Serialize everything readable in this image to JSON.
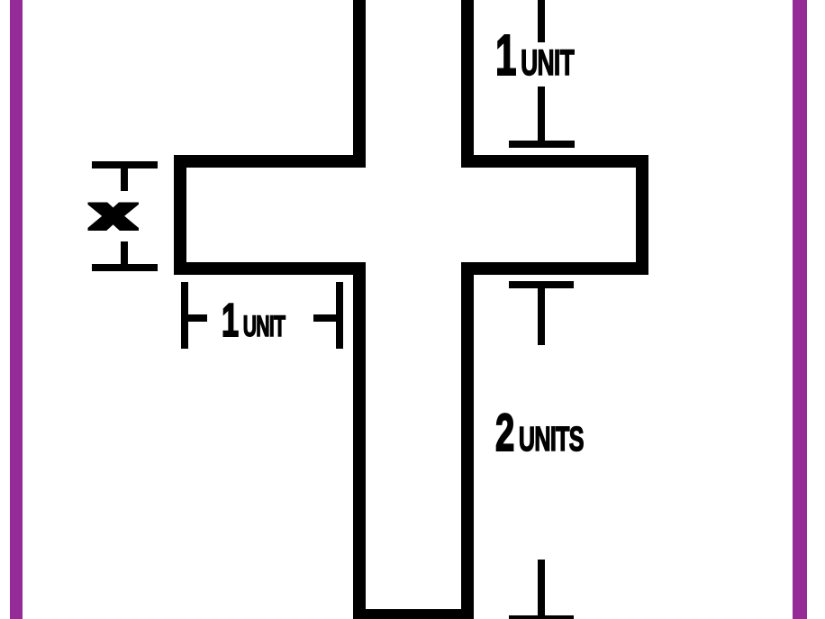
{
  "page": {
    "background_color": "#ffffff",
    "frame_stripe_color": "#942b96",
    "shape_color": "#000000"
  },
  "figure": {
    "shape": "cross-outline",
    "description": "Outlined plus-sign (cross) shape with dimension tick marks",
    "labels": {
      "top": {
        "value": "1",
        "unit": "UNIT"
      },
      "left": {
        "value": "x",
        "unit": ""
      },
      "bottom_left": {
        "value": "1",
        "unit": "UNIT"
      },
      "right": {
        "value": "2",
        "unit": "UNITS"
      }
    }
  }
}
